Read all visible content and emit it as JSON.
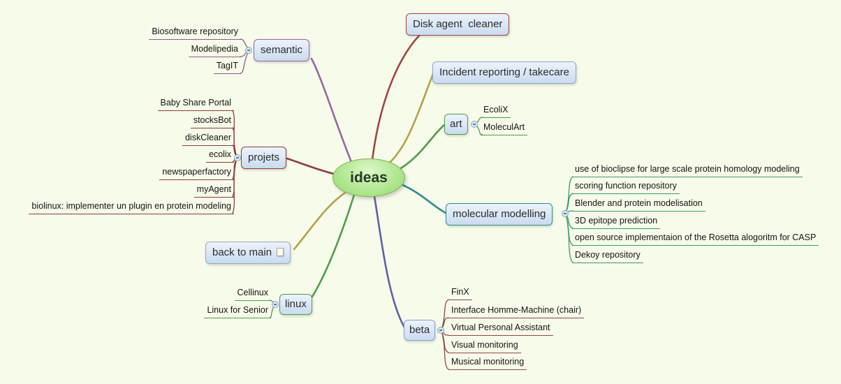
{
  "canvas": {
    "background": "#f7fbe9"
  },
  "root": {
    "label": "ideas"
  },
  "branches": [
    {
      "id": "semantic",
      "label": "semantic",
      "color": "#9b64a8",
      "child_color": "#8d5a96",
      "children": [
        {
          "label": "Biosoftware repository"
        },
        {
          "label": "Modelipedia"
        },
        {
          "label": "TagIT"
        }
      ]
    },
    {
      "id": "disk-agent-cleaner",
      "label": "Disk agent  cleaner",
      "color": "#a04545",
      "children": []
    },
    {
      "id": "incident-reporting-takecare",
      "label": "Incident reporting / takecare",
      "color": "#b3a24a",
      "box_border": "#8aa6cc",
      "children": []
    },
    {
      "id": "art",
      "label": "art",
      "color": "#4d9e4d",
      "child_color": "#4d9e4d",
      "children": [
        {
          "label": "EcoliX"
        },
        {
          "label": "MoleculArt"
        }
      ]
    },
    {
      "id": "projets",
      "label": "projets",
      "color": "#8b3e3e",
      "child_color": "#8b3e3e",
      "children": [
        {
          "label": "Baby Share Portal"
        },
        {
          "label": "stocksBot"
        },
        {
          "label": "diskCleaner"
        },
        {
          "label": "ecolix"
        },
        {
          "label": "newspaperfactory"
        },
        {
          "label": "myAgent"
        },
        {
          "label": "biolinux: implementer un plugin en protein modeling"
        }
      ]
    },
    {
      "id": "molecular-modelling",
      "label": "molecular modelling",
      "color": "#2e8f8f",
      "child_color": "#3f9970",
      "children": [
        {
          "label": "use of bioclipse for large scale protein homology modeling"
        },
        {
          "label": "scoring function repository"
        },
        {
          "label": "Blender and protein modelisation"
        },
        {
          "label": "3D epitope prediction"
        },
        {
          "label": "open source implementaion of the Rosetta alogoritm for CASP"
        },
        {
          "label": "Dekoy repository"
        }
      ]
    },
    {
      "id": "back-to-main",
      "label": "back to main",
      "color": "#b3a24a",
      "box_border": "#9aaabb",
      "children": []
    },
    {
      "id": "linux",
      "label": "linux",
      "color": "#4d9e4d",
      "child_color": "#4d9e4d",
      "children": [
        {
          "label": "Cellinux"
        },
        {
          "label": "Linux for Senior"
        }
      ]
    },
    {
      "id": "beta",
      "label": "beta",
      "color": "#5a62a8",
      "box_border": "#8aa0cc",
      "child_color": "#8a4a4a",
      "children": [
        {
          "label": "FinX"
        },
        {
          "label": "Interface Homme-Machine (chair)"
        },
        {
          "label": "Virtual Personal Assistant"
        },
        {
          "label": "Visual monitoring"
        },
        {
          "label": "Musical monitoring"
        }
      ]
    }
  ]
}
